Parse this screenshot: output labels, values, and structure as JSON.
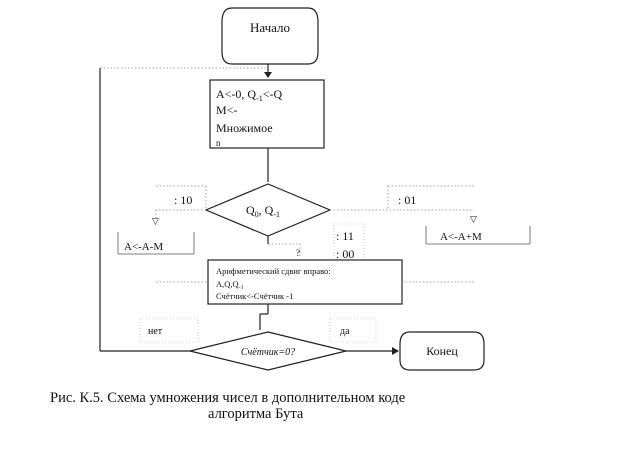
{
  "flowchart": {
    "start_label": "Начало",
    "init_block": {
      "line1": "A<-0, Q",
      "line1_sub": "-1",
      "line1_tail": "<-Q",
      "line2": "M<-",
      "line3": "Множимое",
      "line4": "n"
    },
    "decision_left_label": "10",
    "decision_right_label": "01",
    "decision_text_q": "Q",
    "decision_sub0": "0",
    "decision_sep": ", Q",
    "decision_sub1": "-1",
    "label_11": "11",
    "label_00": "00",
    "left_op": "A<-A-M",
    "right_op": "A<-A+M",
    "shift_block": {
      "line1": "Арифметический сдвиг вправо:",
      "line2": "A,Q,Q",
      "line2_sub": "-1",
      "line3": "Счётчик<-Счётчик -1"
    },
    "loop_decision_text": "Счётчик=0?",
    "loop_no_label": "нет",
    "loop_yes_label": "да",
    "end_label": "Конец"
  },
  "caption": {
    "line1": "Рис. К.5. Схема умножения чисел в дополнительном коде",
    "line2": "алгоритма Бута"
  }
}
